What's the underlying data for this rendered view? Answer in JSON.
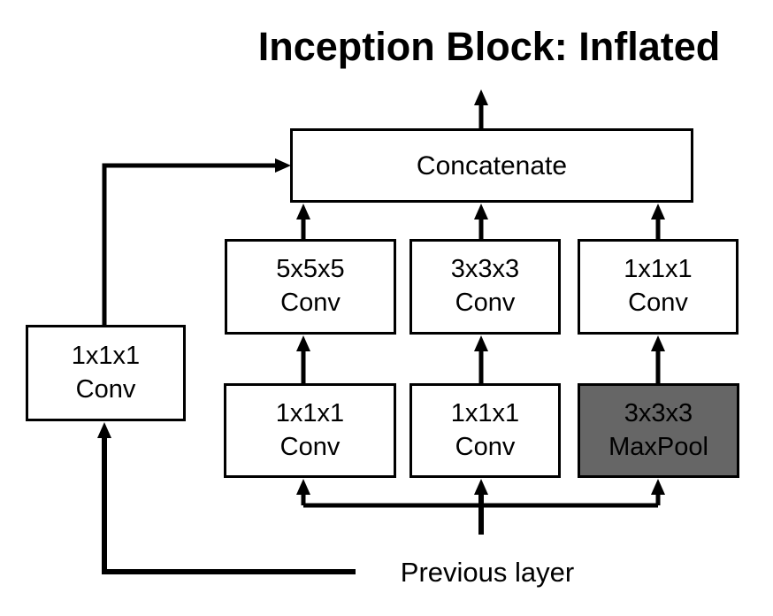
{
  "title": "Inception Block: Inflated",
  "colors": {
    "background": "#ffffff",
    "line": "#000000",
    "text": "#000000",
    "box_fill": "#ffffff",
    "maxpool_fill": "#666666"
  },
  "diagram": {
    "concatenate": {
      "label": "Concatenate"
    },
    "left_branch": {
      "line1": "1x1x1",
      "line2": "Conv"
    },
    "mid_row": [
      {
        "line1": "5x5x5",
        "line2": "Conv"
      },
      {
        "line1": "3x3x3",
        "line2": "Conv"
      },
      {
        "line1": "1x1x1",
        "line2": "Conv"
      }
    ],
    "bottom_row": [
      {
        "line1": "1x1x1",
        "line2": "Conv"
      },
      {
        "line1": "1x1x1",
        "line2": "Conv"
      },
      {
        "line1": "3x3x3",
        "line2": "MaxPool"
      }
    ],
    "input_label": "Previous layer"
  }
}
